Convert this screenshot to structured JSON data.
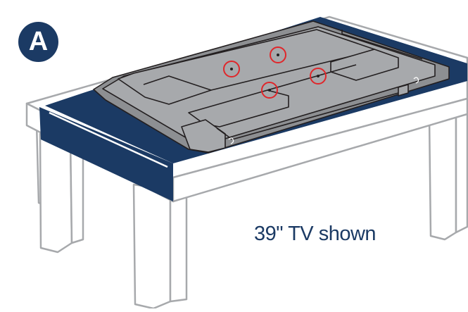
{
  "step_label": "A",
  "caption": "39\" TV shown",
  "colors": {
    "navy": "#1b3a64",
    "table_outline": "#a7a9ac",
    "table_fill": "#ffffff",
    "tv_body": "#a7a9ac",
    "tv_outline": "#231f20",
    "hole_marker": "#e0262a"
  },
  "icons": [
    "tv-back-panel",
    "mounting-hole-marker",
    "power-cord-symbol"
  ],
  "mounting_holes": 4
}
